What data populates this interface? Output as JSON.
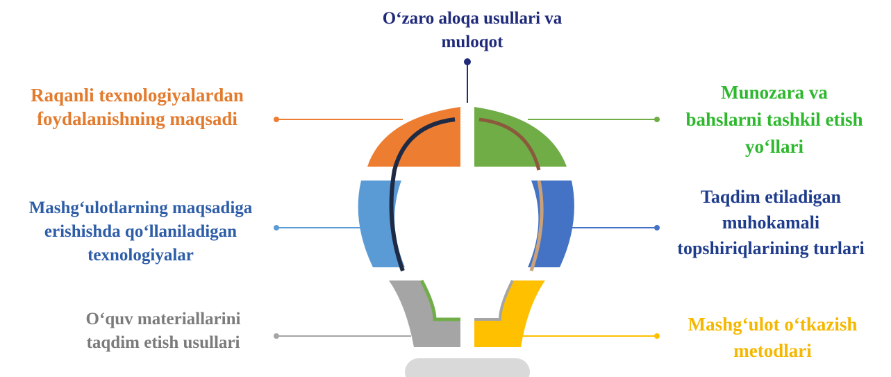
{
  "labels": {
    "top": {
      "lines": [
        "O‘zaro aloqa usullari va",
        "muloqot"
      ],
      "color": "#1f2a7a"
    },
    "left1": {
      "lines": [
        "Raqanli texnologiyalardan",
        "foydalanishning maqsadi"
      ],
      "color": "#e37b2e"
    },
    "right1": {
      "lines": [
        "Munozara va",
        "bahslarni tashkil etish",
        "yo‘llari"
      ],
      "color": "#2eb82e"
    },
    "left2": {
      "lines": [
        "Mashg‘ulotlarning maqsadiga",
        "erishishda qo‘llaniladigan",
        "texnologiyalar"
      ],
      "color": "#2e5da8"
    },
    "right2": {
      "lines": [
        "Taqdim etiladigan",
        "muhokamali",
        "topshiriqlarining turlari"
      ],
      "color": "#1f3c8c"
    },
    "left3": {
      "lines": [
        "O‘quv materiallarini",
        "taqdim etish usullari"
      ],
      "color": "#7b7b7b"
    },
    "right3": {
      "lines": [
        "Mashg‘ulot o‘tkazish",
        "metodlari"
      ],
      "color": "#f5b800"
    }
  },
  "colors": {
    "orange": "#ed7d31",
    "green": "#70ad47",
    "blue_left": "#5b9bd5",
    "blue_right": "#4472c4",
    "gray": "#a5a5a5",
    "yellow": "#ffc000",
    "base": "#d9d9d9",
    "dark": "#1f2a44"
  }
}
